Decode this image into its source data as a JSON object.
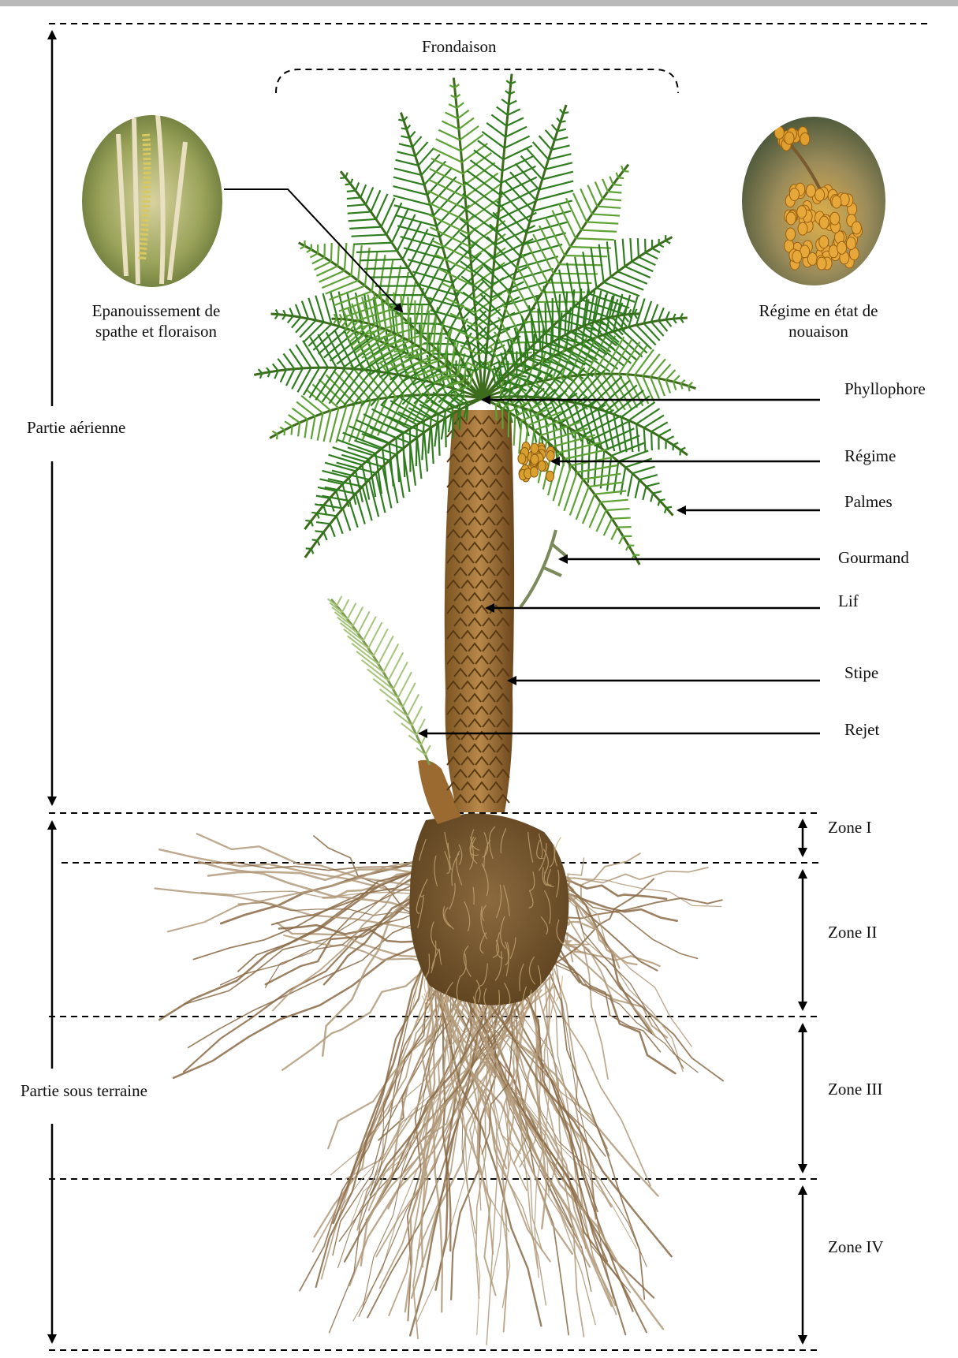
{
  "diagram": {
    "frondaison": "Frondaison",
    "aerial_part": "Partie aérienne",
    "underground_part": "Partie sous terraine",
    "inset_left": {
      "line1": "Epanouissement  de",
      "line2": "spathe et floraison"
    },
    "inset_right": {
      "line1": "Régime en état de",
      "line2": "nouaison"
    },
    "organs": [
      "Phyllophore",
      "Régime",
      "Palmes",
      "Gourmand",
      "Lif",
      "Stipe",
      "Rejet"
    ],
    "zones": [
      "Zone I",
      "Zone II",
      "Zone III",
      "Zone IV"
    ]
  },
  "colors": {
    "frond": "#2f7d1f",
    "frond_light": "#5ea236",
    "trunk": "#a8783a",
    "trunk_dark": "#6e4a1e",
    "root": "#8a6a45",
    "root_light": "#b29a7a",
    "date_fruit": "#d9a030"
  }
}
